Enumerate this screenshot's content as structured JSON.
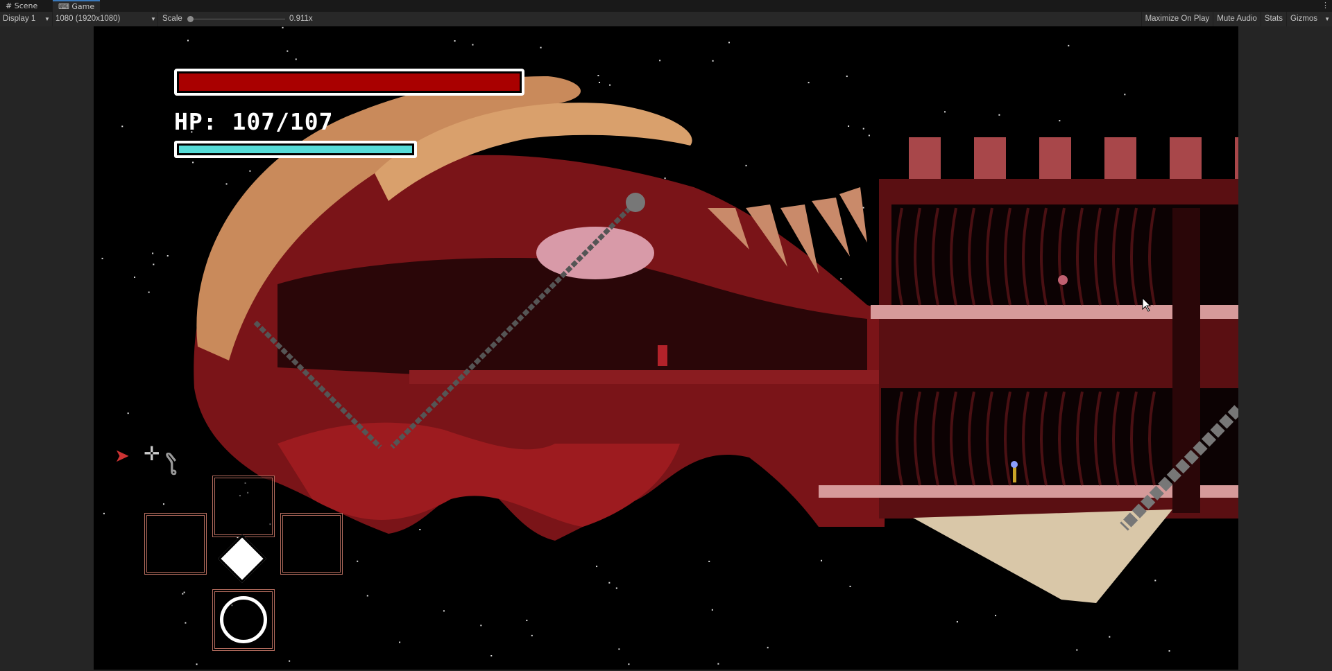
{
  "editor": {
    "tabs": [
      {
        "label": "Scene",
        "icon": "grid-icon"
      },
      {
        "label": "Game",
        "icon": "gamepad-icon",
        "active": true
      }
    ],
    "toolbar": {
      "display": "Display 1",
      "resolution": "1080 (1920x1080)",
      "scale_label": "Scale",
      "scale_value": "0.911x",
      "maximize_on_play": "Maximize On Play",
      "mute_audio": "Mute Audio",
      "stats": "Stats",
      "gizmos": "Gizmos"
    }
  },
  "hud": {
    "boss_health_fraction": 1.0,
    "hp_text": "HP: 107/107",
    "hp_current": 107,
    "hp_max": 107,
    "mana_fraction": 1.0,
    "colors": {
      "boss_bar": "#a90000",
      "mana_bar": "#56dcd8",
      "slot_border": "#b46c5e"
    }
  }
}
